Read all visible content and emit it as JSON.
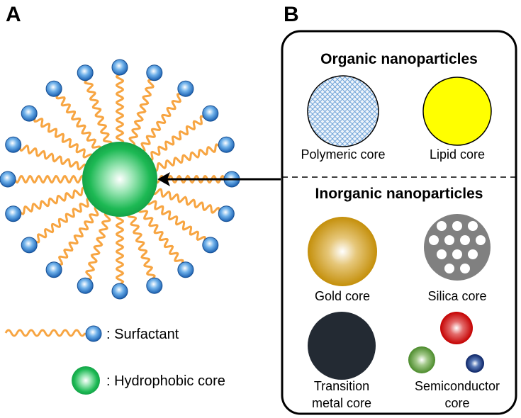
{
  "panel_a": {
    "label": "A",
    "legend": {
      "surfactant_label": ": Surfactant",
      "core_label": ": Hydrophobic core"
    }
  },
  "panel_b": {
    "label": "B",
    "organic": {
      "title": "Organic nanoparticles",
      "polymeric_label": "Polymeric core",
      "lipid_label": "Lipid core"
    },
    "inorganic": {
      "title": "Inorganic nanoparticles",
      "gold_label": "Gold core",
      "silica_label": "Silica core",
      "transition_label_line1": "Transition",
      "transition_label_line2": "metal core",
      "semiconductor_label_line1": "Semiconductor",
      "semiconductor_label_line2": "core"
    }
  },
  "colors": {
    "core_green": "#1db954",
    "surfactant_head_blue": "#1e73c8",
    "surfactant_tail_orange": "#f7a542",
    "polymer_hatch_blue": "#6fa3d8",
    "lipid_yellow": "#ffff00",
    "gold": "#c9970f",
    "silica_gray": "#808080",
    "transition_dark": "#232a33",
    "semiconductor_red": "#cc0000",
    "semiconductor_green": "#4c8a2a",
    "semiconductor_blue": "#0a2a6e"
  }
}
